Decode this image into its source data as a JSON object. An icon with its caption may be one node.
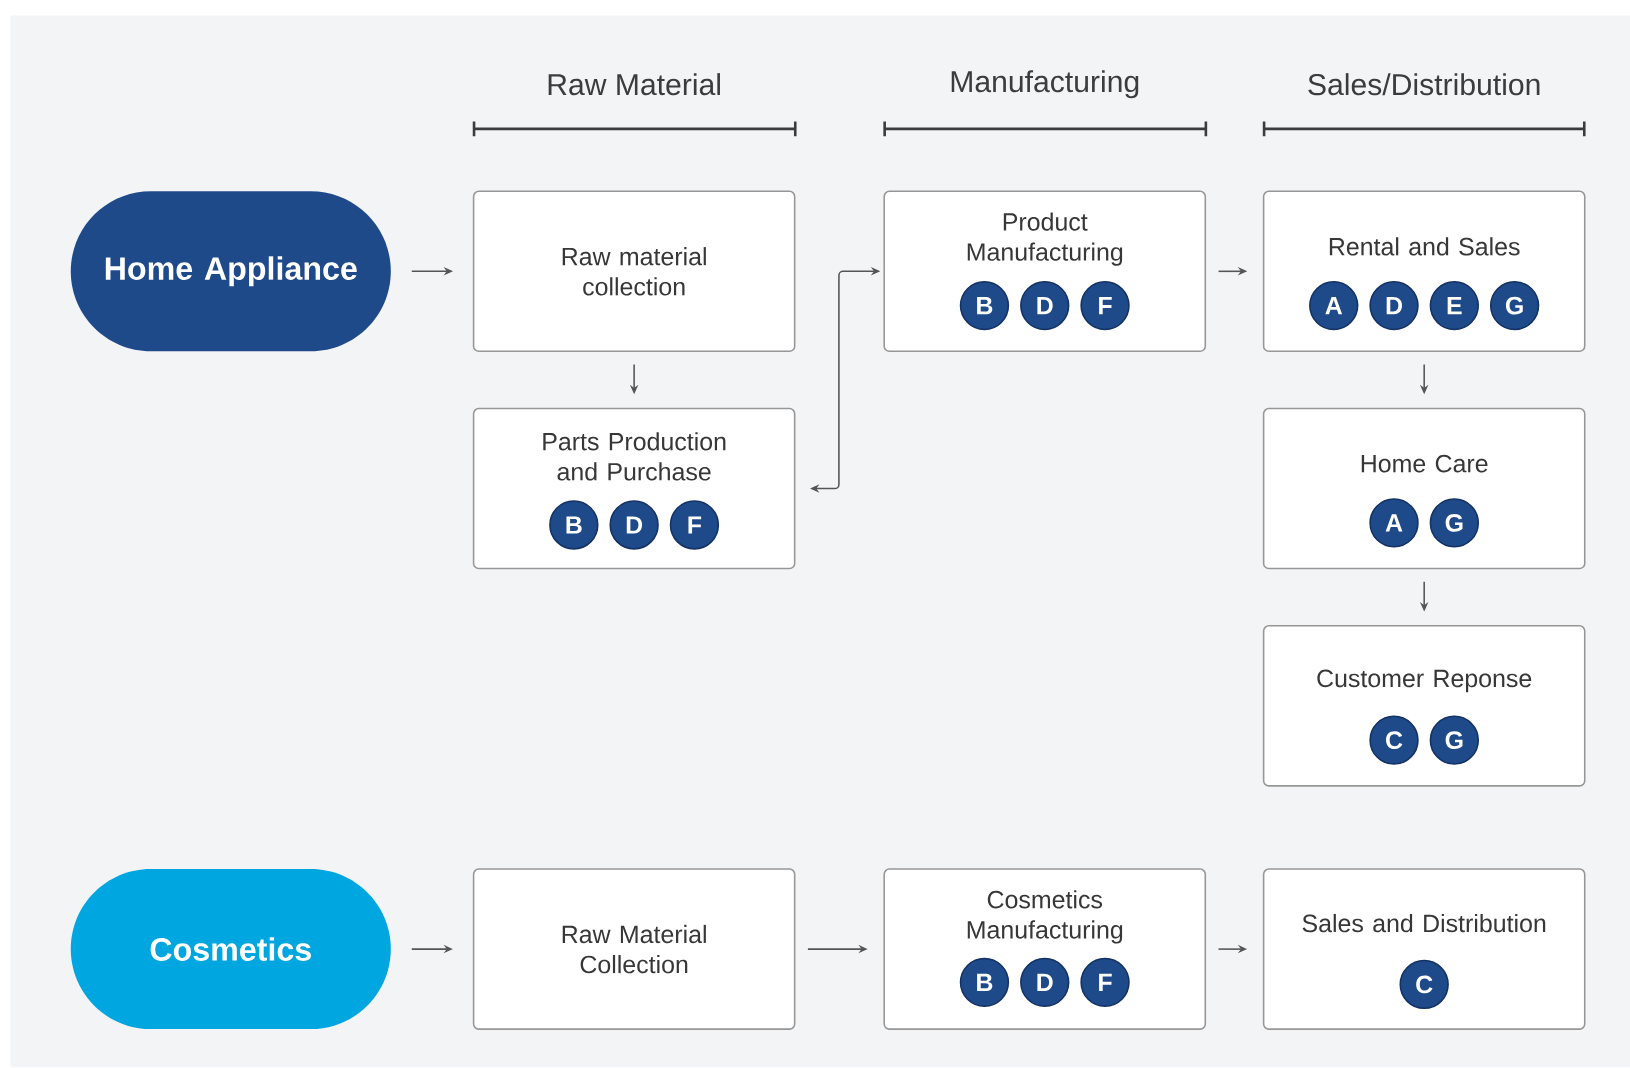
{
  "diagram": {
    "nodes": [
      {
        "text": [
          "Home Appliance"
        ]
      },
      {
        "text": [
          "Raw material collection"
        ]
      },
      {
        "text": [
          "Product Manufacturing"
        ]
      },
      {
        "text": [
          "B"
        ],
        "in": 2
      },
      {
        "text": [
          "D"
        ],
        "in": 2
      },
      {
        "text": [
          "F"
        ],
        "in": 2
      },
      {
        "text": [
          "Rental and Sales"
        ]
      },
      {
        "text": [
          "A"
        ],
        "in": 6
      },
      {
        "text": [
          "D"
        ],
        "in": 6
      },
      {
        "text": [
          "E"
        ],
        "in": 6
      },
      {
        "text": [
          "G"
        ],
        "in": 6
      },
      {
        "text": [
          "Parts Production and Purchase"
        ]
      },
      {
        "text": [
          "B"
        ],
        "in": 11
      },
      {
        "text": [
          "D"
        ],
        "in": 11
      },
      {
        "text": [
          "F"
        ],
        "in": 11
      },
      {
        "text": [
          "Home Care"
        ]
      },
      {
        "text": [
          "A"
        ],
        "in": 15
      },
      {
        "text": [
          "G"
        ],
        "in": 15
      },
      {
        "text": [
          "Customer Reponse"
        ]
      },
      {
        "text": [
          "C"
        ],
        "in": 18
      },
      {
        "text": [
          "G"
        ],
        "in": 18
      },
      {
        "text": [
          "Cosmetics"
        ]
      },
      {
        "text": [
          "Raw Material Collection"
        ]
      },
      {
        "text": [
          "Cosmetics Manufacturing"
        ]
      },
      {
        "text": [
          "B"
        ],
        "in": 23
      },
      {
        "text": [
          "D"
        ],
        "in": 23
      },
      {
        "text": [
          "F"
        ],
        "in": 23
      },
      {
        "text": [
          "Sales and Distribution"
        ]
      },
      {
        "text": [
          "C"
        ],
        "in": 27
      }
    ],
    "edges": [
      {
        "from": 0,
        "to": 1,
        "arrow": "to"
      },
      {
        "from": 1,
        "to": 11,
        "arrow": "to"
      },
      {
        "from": 11,
        "to": 2,
        "arrow": "both"
      },
      {
        "from": 2,
        "to": 6,
        "arrow": "to"
      },
      {
        "from": 6,
        "to": 15,
        "arrow": "to"
      },
      {
        "from": 15,
        "to": 18,
        "arrow": "to"
      },
      {
        "from": 21,
        "to": 22,
        "arrow": "to"
      },
      {
        "from": 22,
        "to": 23,
        "arrow": "to"
      },
      {
        "from": 23,
        "to": 27,
        "arrow": "to"
      }
    ],
    "labels": [
      "Raw Material",
      "Manufacturing",
      "Sales/Distribution"
    ]
  }
}
